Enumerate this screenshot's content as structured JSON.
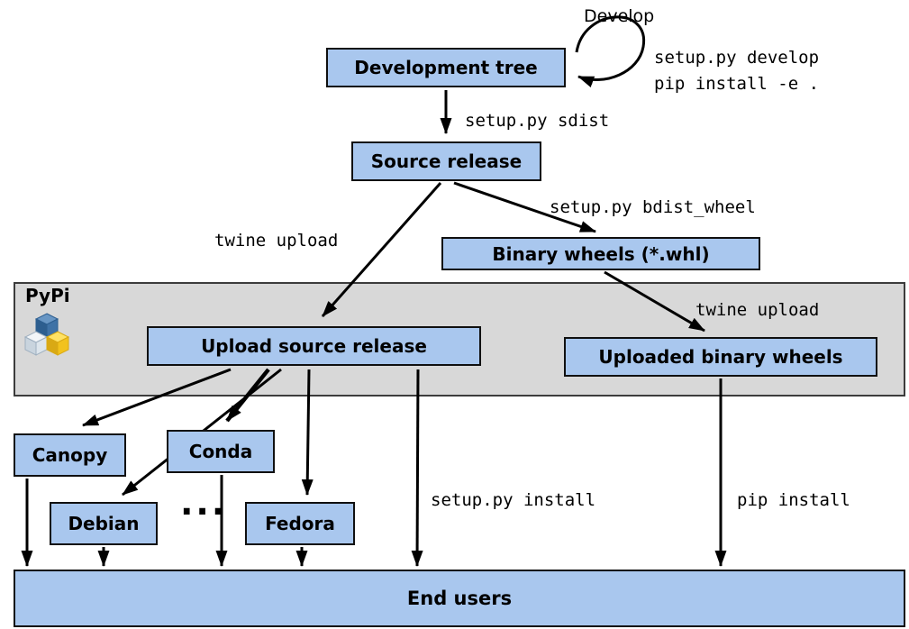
{
  "nodes": {
    "development_tree": "Development tree",
    "source_release": "Source release",
    "binary_wheels": "Binary wheels (*.whl)",
    "upload_source_release": "Upload source release",
    "uploaded_binary_wheels": "Uploaded binary wheels",
    "canopy": "Canopy",
    "conda": "Conda",
    "debian": "Debian",
    "fedora": "Fedora",
    "end_users": "End users"
  },
  "labels": {
    "develop": "Develop",
    "develop_cmds": "setup.py develop\npip install -e .",
    "sdist": "setup.py sdist",
    "twine_upload_left": "twine upload",
    "bdist_wheel": "setup.py bdist_wheel",
    "twine_upload_right": "twine upload",
    "setup_install": "setup.py install",
    "pip_install": "pip install",
    "pypi": "PyPi",
    "ellipsis": "..."
  },
  "colors": {
    "node_fill": "#a9c7ee",
    "node_border": "#101010",
    "band_fill": "#d8d8d8",
    "arrow": "#000000",
    "python_blue": "#3b6ea5",
    "python_yellow": "#ffd43b"
  }
}
